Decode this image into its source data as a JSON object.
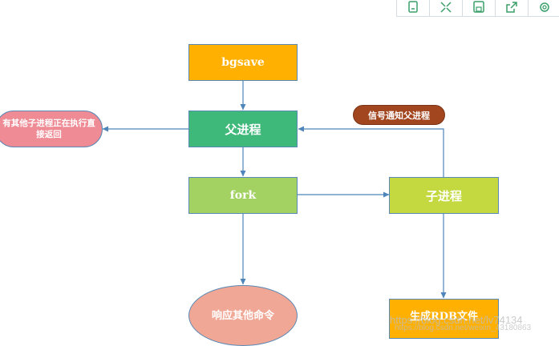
{
  "toolbar": {
    "icons": [
      "copy-icon",
      "fullscreen-icon",
      "save-icon",
      "share-icon",
      "settings-icon"
    ]
  },
  "nodes": {
    "bgsave": "bgsave",
    "parent": "父进程",
    "fork": "fork",
    "child": "子进程",
    "other_child": "有其他子进程正在执行直接返回",
    "respond": "响应其他命令",
    "rdb": "生成RDB文件"
  },
  "signal_label": "信号通知父进程",
  "watermark": {
    "line1": "https://blog.csdn.net/lv74134",
    "line2": "https://blog.csdn.net/weixin_43180863"
  },
  "colors": {
    "orange": "#FFB000",
    "green_dark": "#3FB97A",
    "green_light": "#A3D162",
    "lime": "#C3D93F",
    "pink": "#EE8B94",
    "salmon": "#F0A796",
    "brown": "#A2461F",
    "arrow": "#4E86BB"
  }
}
